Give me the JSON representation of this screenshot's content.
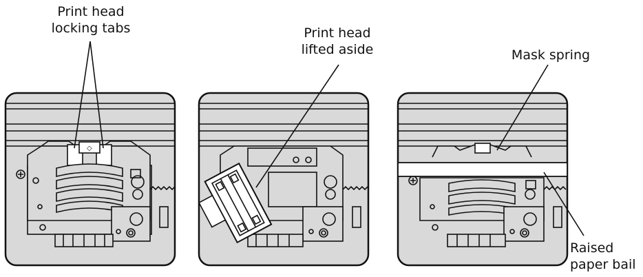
{
  "panels": [
    {
      "name": "locking-tabs-view",
      "callouts": [
        {
          "line1": "Print head",
          "line2": "locking tabs"
        }
      ]
    },
    {
      "name": "print-head-lifted-view",
      "callouts": [
        {
          "line1": "Print head",
          "line2": "lifted aside"
        }
      ]
    },
    {
      "name": "paper-bail-view",
      "callouts": [
        {
          "line1": "Mask spring",
          "line2": ""
        },
        {
          "line1": "Raised",
          "line2": "paper bail"
        }
      ]
    }
  ],
  "colors": {
    "panel_fill": "#d9d9d9",
    "line": "#111111",
    "bail_fill": "#ffffff"
  }
}
